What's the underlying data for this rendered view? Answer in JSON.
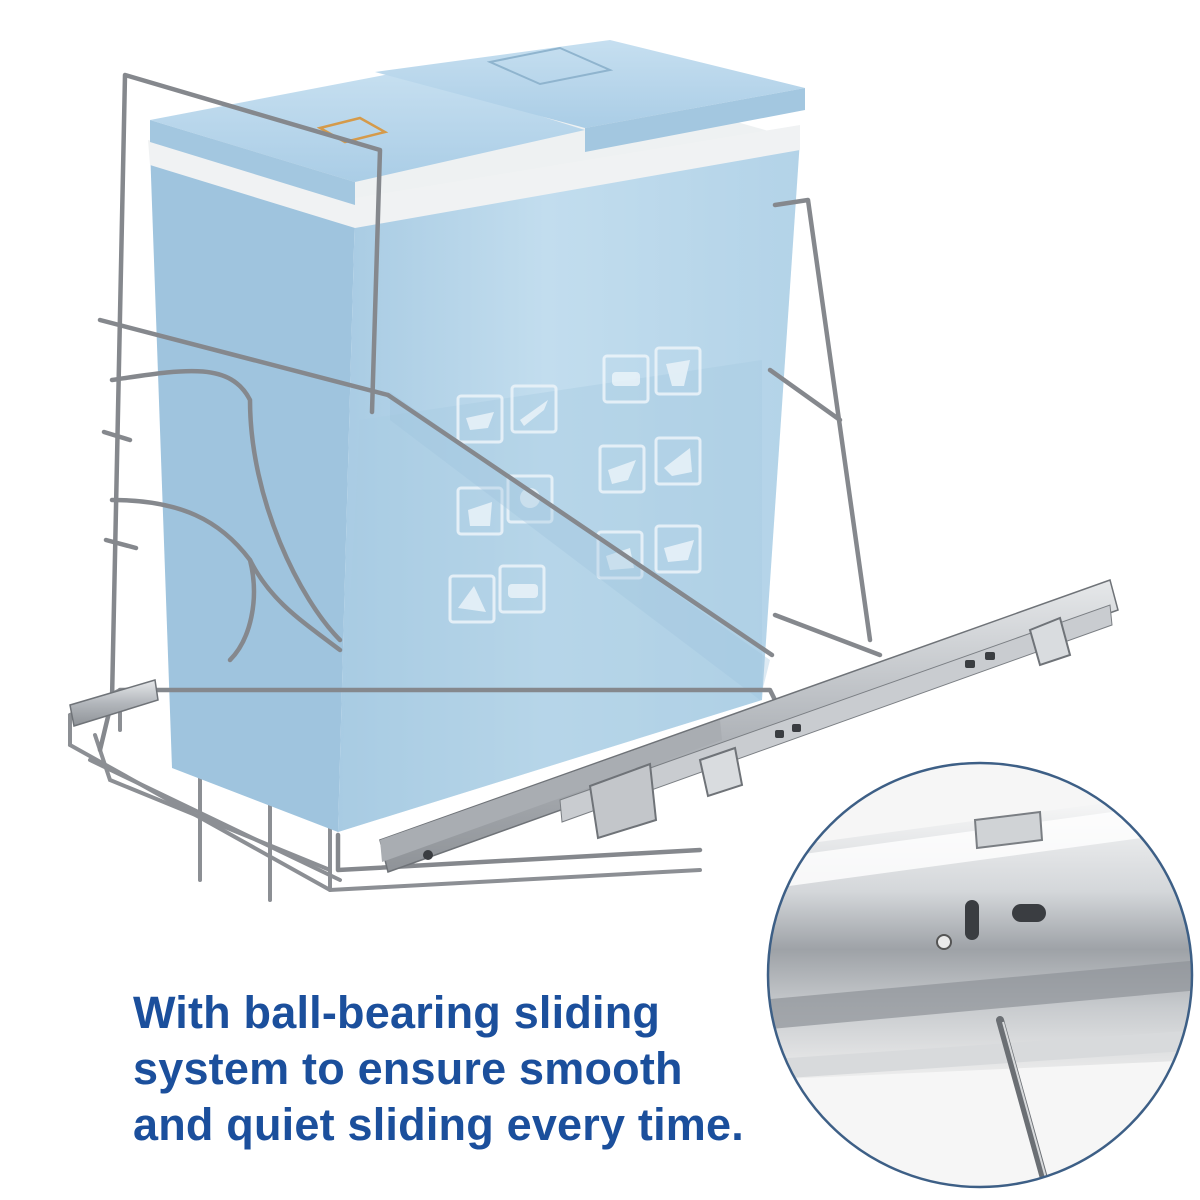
{
  "caption": {
    "lines": [
      "With ball-bearing sliding",
      "system to ensure smooth",
      "and quiet sliding every time."
    ]
  },
  "colors": {
    "caption_text": "#1b4f9c",
    "bin_blue": "#b9d7ea",
    "bin_shadow": "#97bcd6",
    "lid_white": "#eef1f2",
    "wire_chrome": "#8c8f94",
    "rail_steel": "#b9bdc2",
    "zoom_outline": "#3d5f86"
  },
  "icons": [
    "bin-product-illustration-icon",
    "wire-frame-illustration-icon",
    "slide-rail-illustration-icon",
    "zoom-detail-circle-icon"
  ]
}
